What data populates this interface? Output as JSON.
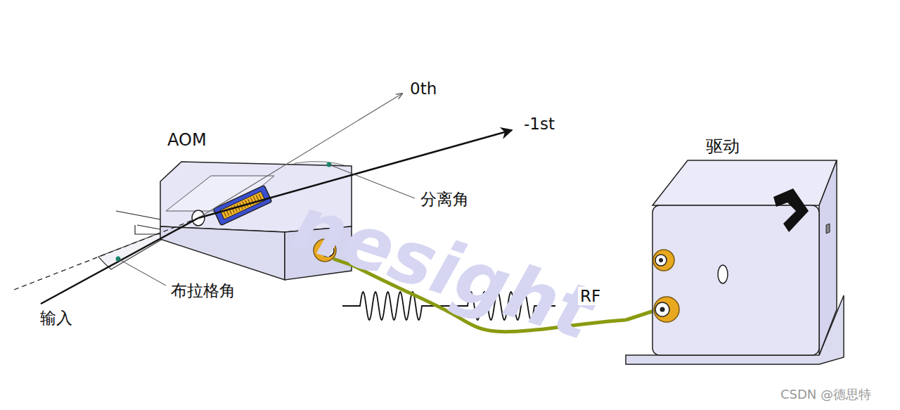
{
  "diagram": {
    "nodes": [
      {
        "text": [
          "AOM"
        ]
      },
      {
        "text": [
          "驱动"
        ]
      }
    ],
    "edges": [
      {
        "from": 0,
        "to": 1,
        "arrow": "none",
        "label": "RF"
      }
    ],
    "labels": [
      "nesight",
      "0th",
      "-1st",
      "分离角",
      "布拉格角",
      "输入",
      "CSDN @德思特"
    ]
  }
}
